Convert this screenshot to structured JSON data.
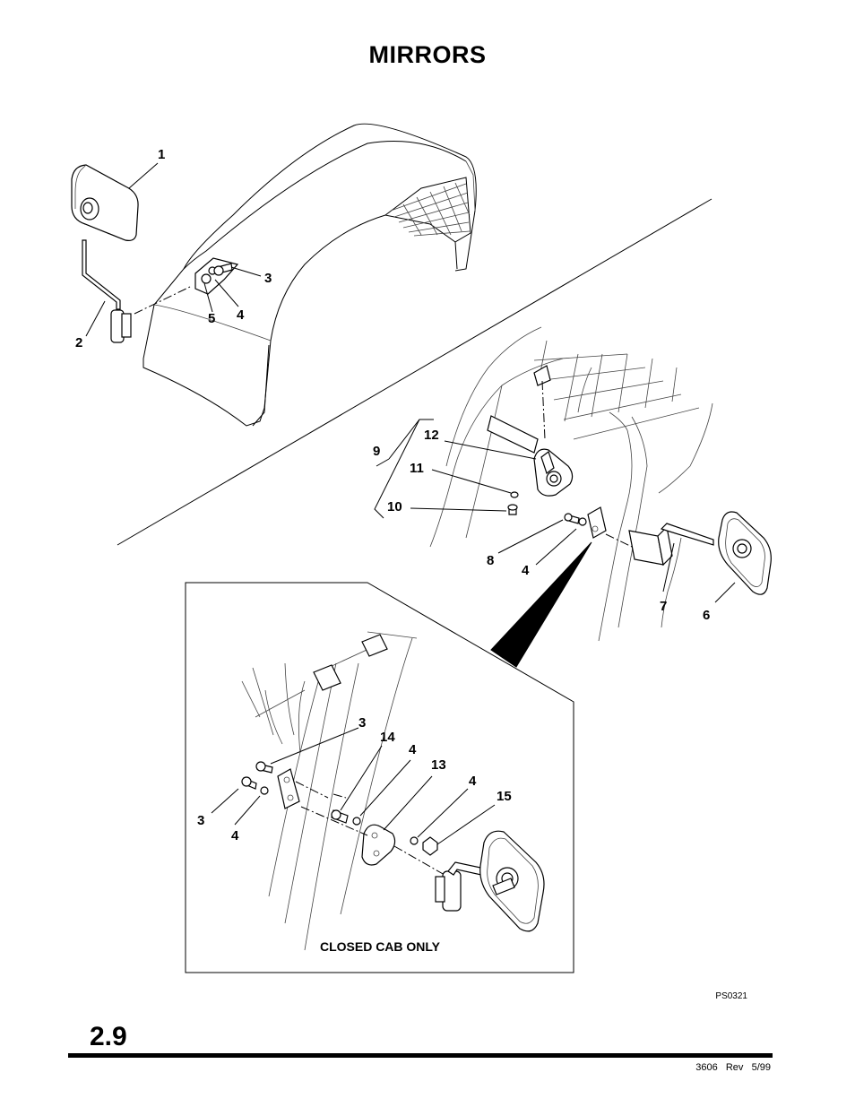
{
  "page": {
    "title": "MIRRORS",
    "section_number": "2.9",
    "footer": "3606   Rev   5/99",
    "figure_id": "PS0321"
  },
  "inset": {
    "caption": "CLOSED CAB ONLY"
  },
  "callouts": {
    "c1": "1",
    "c2": "2",
    "c3": "3",
    "c4": "4",
    "c5": "5",
    "c6": "6",
    "c7": "7",
    "c8": "8",
    "c4b": "4",
    "c9": "9",
    "c10": "10",
    "c11": "11",
    "c12": "12",
    "i3a": "3",
    "i3b": "3",
    "i4a": "4",
    "i14": "14",
    "i4b": "4",
    "i13": "13",
    "i4c": "4",
    "i15": "15"
  }
}
